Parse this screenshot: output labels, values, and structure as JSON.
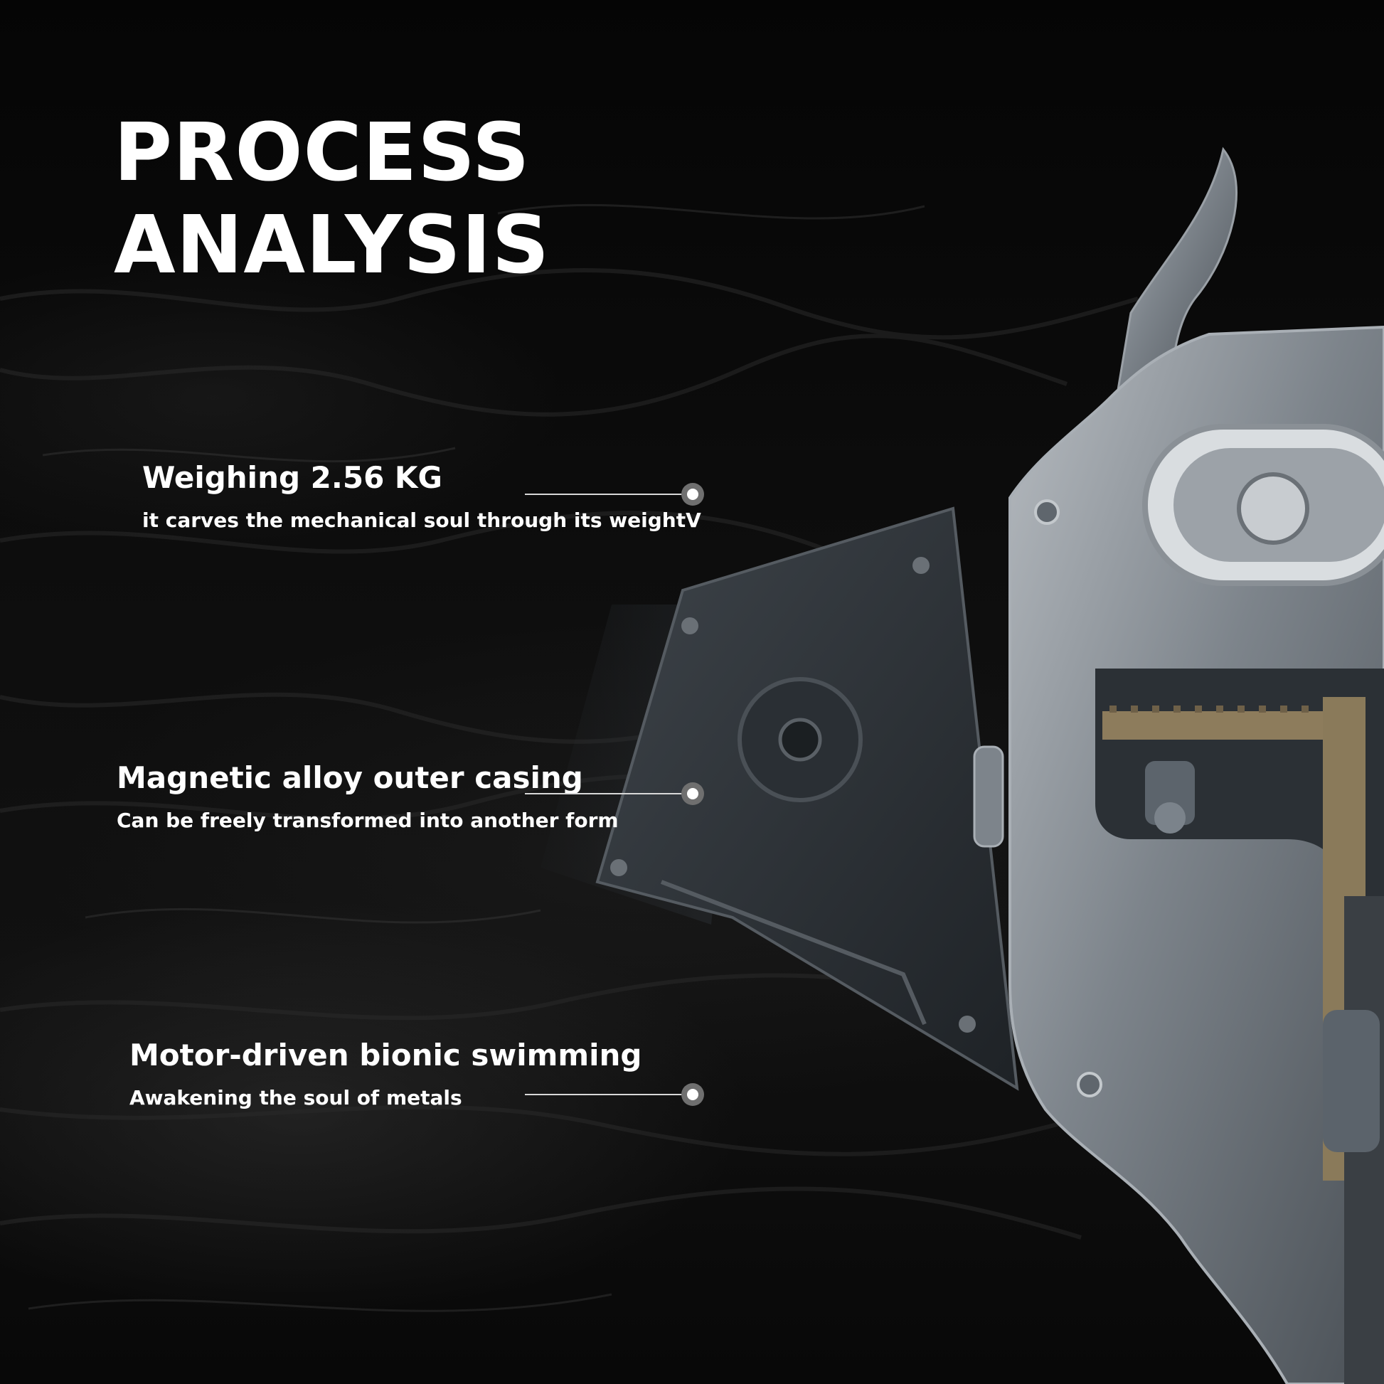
{
  "title": {
    "line1": "PROCESS",
    "line2": "ANALYSIS"
  },
  "features": [
    {
      "heading": "Weighing 2.56 KG",
      "subtext": "it carves the mechanical soul through its weightV"
    },
    {
      "heading": "Magnetic alloy outer casing",
      "subtext": "Can be freely transformed into another form"
    },
    {
      "heading": "Motor-driven bionic swimming",
      "subtext": "Awakening the soul of metals"
    }
  ],
  "colors": {
    "background": "#0b0b0b",
    "text": "#ffffff",
    "connector": "#d8d8d8",
    "marker_ring": "#6f6f6f",
    "metal": "#8a9096"
  }
}
